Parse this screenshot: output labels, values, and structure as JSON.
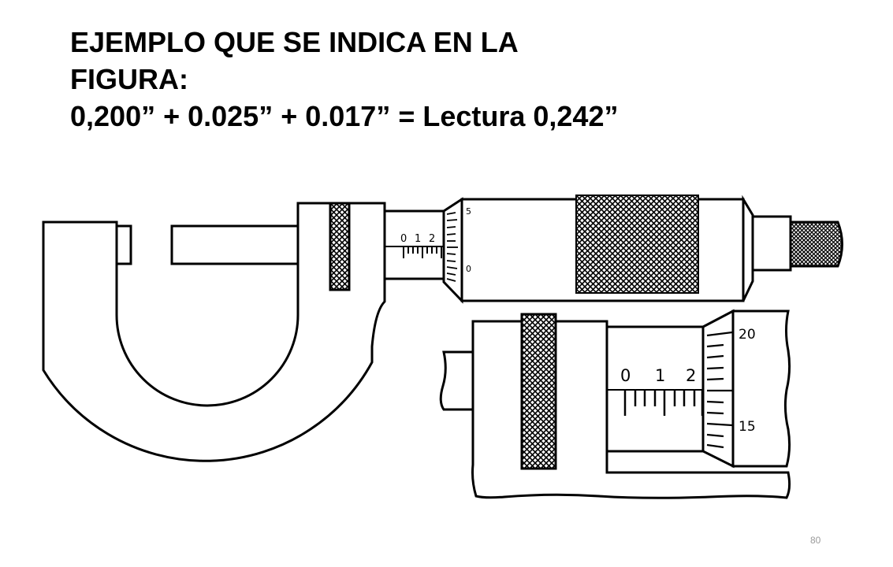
{
  "slide": {
    "title_line1": "EJEMPLO QUE SE INDICA EN LA",
    "title_line2": "FIGURA:",
    "title_line3": "0,200” + 0.025” + 0.017” = Lectura 0,242”",
    "page_number": "80"
  },
  "figure": {
    "main_sleeve_labels": [
      "0",
      "1",
      "2"
    ],
    "main_thimble_labels": [
      "5",
      "0"
    ],
    "detail_sleeve_labels": [
      "0",
      "1",
      "2"
    ],
    "detail_thimble_labels": [
      "20",
      "15"
    ]
  }
}
